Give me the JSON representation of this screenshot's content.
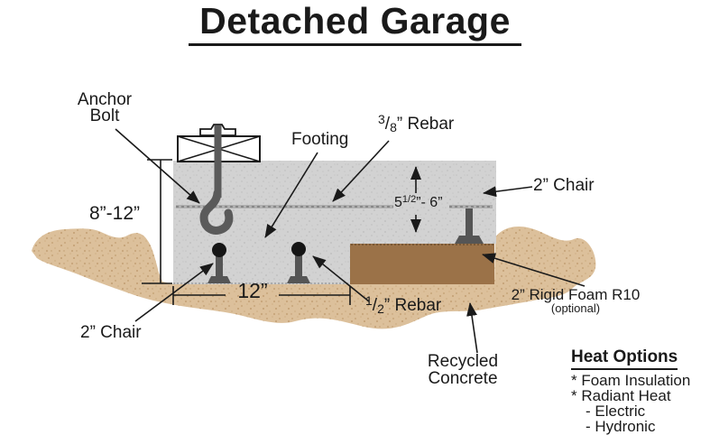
{
  "title": "Detached Garage",
  "colors": {
    "slab": "#d2d2d2",
    "ground": "#dcc09b",
    "foam": "#9b7248",
    "steel": "#5a5a5a",
    "ink": "#1a1a1a",
    "plate": "#ffffff"
  },
  "labels": {
    "anchor_bolt": {
      "line1": "Anchor",
      "line2": "Bolt"
    },
    "footing": "Footing",
    "rebar_38": {
      "sup": "3",
      "slash": "/",
      "sub": "8",
      "rest": "” Rebar"
    },
    "chair_right": "2” Chair",
    "depth_dim": "8”-12”",
    "slab_dim": {
      "prefix": "5",
      "frac": "1/2",
      "rest": "”- 6”"
    },
    "width_dim": "12”",
    "rebar_12": {
      "sup": "1",
      "slash": "/",
      "sub": "2",
      "rest": "” Rebar"
    },
    "chair_left": "2” Chair",
    "foam": {
      "line1": "2” Rigid Foam R10",
      "line2": "(optional)"
    },
    "recycled": {
      "line1": "Recycled",
      "line2": "Concrete"
    }
  },
  "heat_options": {
    "heading": "Heat Options",
    "items": [
      "* Foam Insulation",
      "* Radiant Heat",
      "- Electric",
      "- Hydronic"
    ]
  }
}
